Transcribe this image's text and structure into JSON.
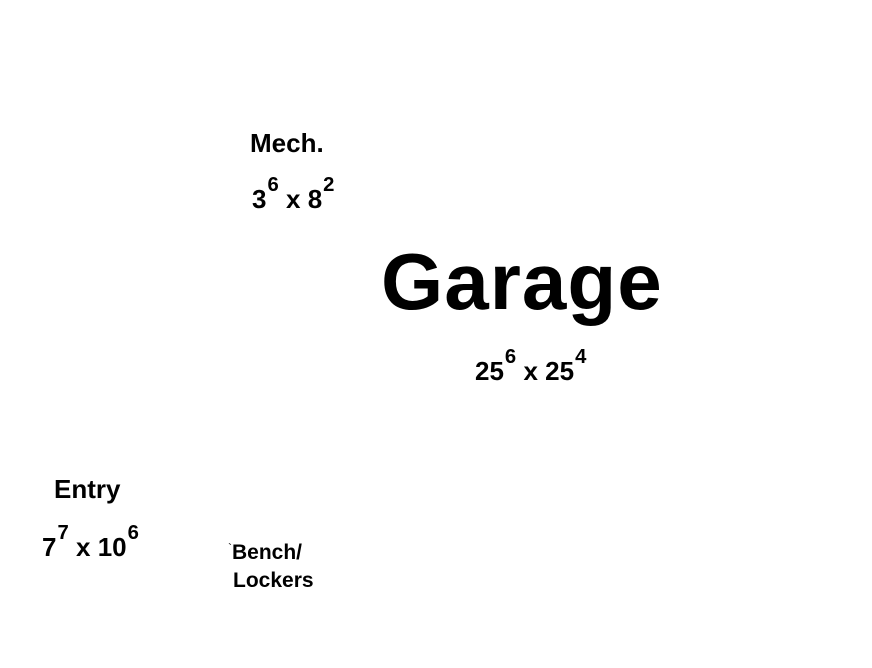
{
  "rooms": {
    "mech": {
      "name": "Mech.",
      "width_main": "3",
      "width_sup": "6",
      "sep": "x",
      "length_main": "8",
      "length_sup": "2"
    },
    "garage": {
      "name": "Garage",
      "width_main": "25",
      "width_sup": "6",
      "sep": "x",
      "length_main": "25",
      "length_sup": "4"
    },
    "entry": {
      "name": "Entry",
      "width_main": "7",
      "width_sup": "7",
      "sep": "x",
      "length_main": "10",
      "length_sup": "6"
    },
    "bench": {
      "mark": "`",
      "line1": "Bench/",
      "line2": "Lockers"
    }
  }
}
